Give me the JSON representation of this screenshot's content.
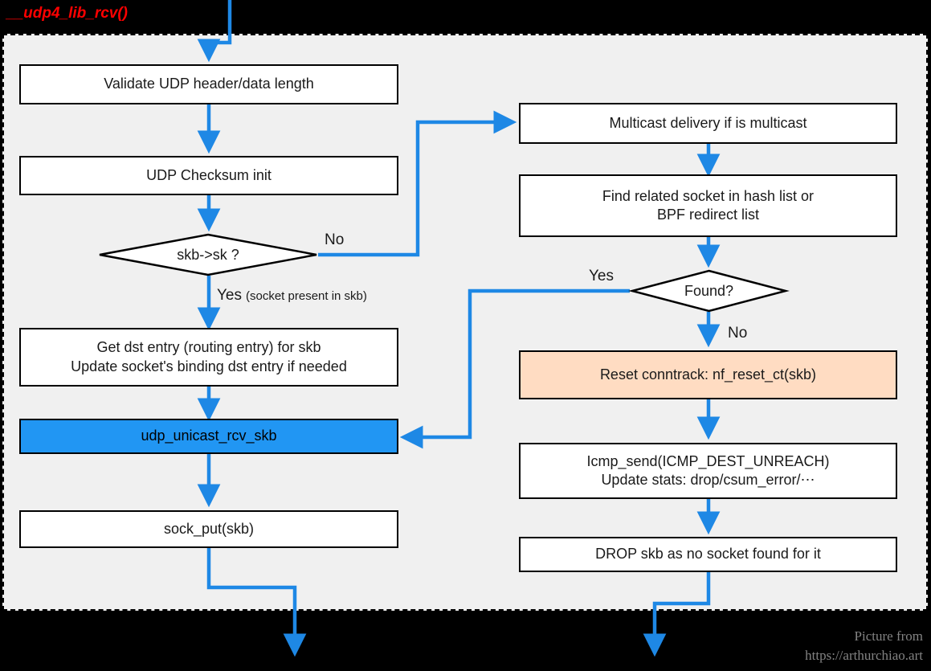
{
  "title": "__udp4_lib_rcv()",
  "colors": {
    "accent_blue": "#2196f3",
    "accent_peach": "#ffdcc2",
    "title_red": "#ff0000",
    "frame_bg": "#f0f0f0",
    "page_bg": "#000000",
    "node_border": "#000000",
    "node_bg": "#ffffff",
    "credit_gray": "#838383"
  },
  "nodes": {
    "validate": "Validate UDP header/data length",
    "checksum": "UDP Checksum init",
    "skb_sk": "skb->sk ?",
    "get_dst": "Get dst entry (routing entry) for skb\nUpdate socket's binding dst entry if needed",
    "udp_unicast": "udp_unicast_rcv_skb",
    "sock_put": "sock_put(skb)",
    "multicast": "Multicast delivery if is multicast",
    "find_socket": "Find related socket in hash list or\nBPF redirect list",
    "found": "Found?",
    "reset_conntrack": "Reset conntrack: nf_reset_ct(skb)",
    "icmp_send": "Icmp_send(ICMP_DEST_UNREACH)\nUpdate stats: drop/csum_error/⋯",
    "drop": "DROP skb as no socket found for it"
  },
  "edge_labels": {
    "skb_sk_no": "No",
    "skb_sk_yes": "Yes",
    "skb_sk_yes_note": "(socket present in skb)",
    "found_yes": "Yes",
    "found_no": "No"
  },
  "credit": {
    "line1": "Picture from",
    "line2": "https://arthurchiao.art"
  }
}
